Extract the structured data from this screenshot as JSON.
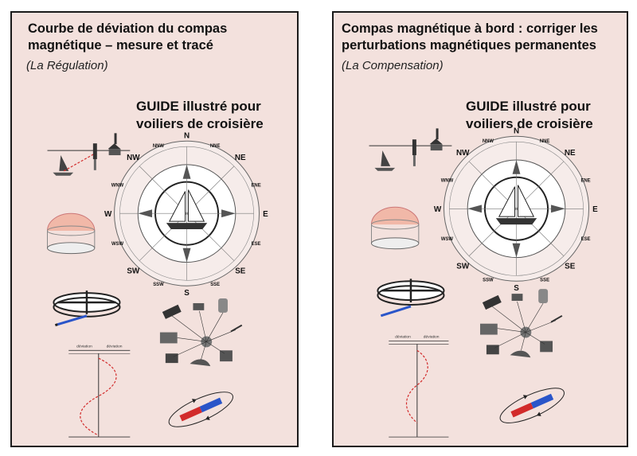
{
  "left_cover": {
    "title": "Courbe de déviation du compas magnétique – mesure et tracé",
    "subtitle": "(La Régulation)",
    "guide": "GUIDE illustré pour voiliers de croisière"
  },
  "right_cover": {
    "title": "Compas magnétique à bord : corriger les perturbations magnétiques permanentes",
    "subtitle": "(La Compensation)",
    "guide": "GUIDE illustré pour voiliers de croisière"
  },
  "compass": {
    "major": [
      "N",
      "NE",
      "E",
      "SE",
      "S",
      "SW",
      "W",
      "NW"
    ],
    "minor": [
      "NNE",
      "ENE",
      "ESE",
      "SSE",
      "SSW",
      "WSW",
      "WNW",
      "NNW"
    ]
  },
  "deviation_chart": {
    "header_left": "déviation",
    "header_right": "déviation"
  },
  "colors": {
    "cover_bg": "#f3e1dd",
    "border": "#1a1a1a",
    "accent_red": "#d22b2b",
    "accent_blue": "#2a55c9"
  },
  "icons": [
    "sailboat-lighthouse-icon",
    "compass-rose-icon",
    "compass-dome-icon",
    "compensator-ring-icon",
    "deviation-curve-icon",
    "magnetic-objects-icon",
    "bar-magnet-icon"
  ]
}
